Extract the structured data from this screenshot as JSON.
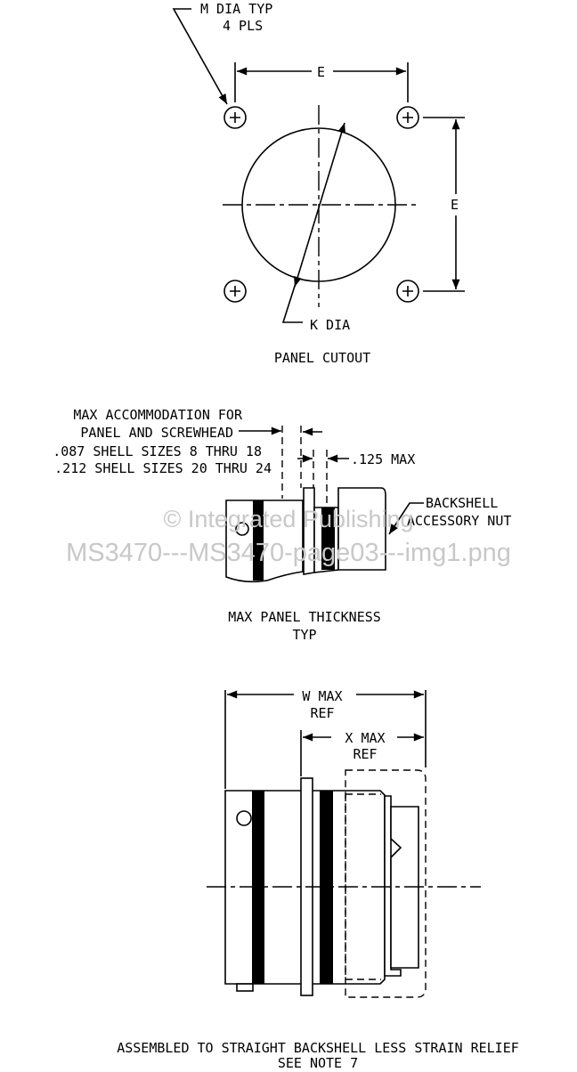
{
  "panel_cutout": {
    "m_dia_line1": "M DIA TYP",
    "m_dia_line2": "4 PLS",
    "dim_e_top": "E",
    "dim_e_right": "E",
    "k_dia": "K DIA",
    "caption": "PANEL CUTOUT"
  },
  "panel_thickness": {
    "note_line1": "MAX ACCOMMODATION FOR",
    "note_line2": "PANEL AND SCREWHEAD",
    "note_line3": ".087 SHELL SIZES 8 THRU 18",
    "note_line4": ".212 SHELL SIZES 20 THRU 24",
    "dim_125": ".125 MAX",
    "backshell_line1": "BACKSHELL",
    "backshell_line2": "ACCESSORY NUT",
    "caption_line1": "MAX PANEL THICKNESS",
    "caption_line2": "TYP"
  },
  "watermark": {
    "line1": "© Integrated Publishing",
    "line2": "MS3470---MS3470-page03---img1.png"
  },
  "assembled": {
    "w_max": "W MAX",
    "w_ref": "REF",
    "x_max": "X MAX",
    "x_ref": "REF",
    "caption_line1": "ASSEMBLED TO STRAIGHT BACKSHELL LESS STRAIN RELIEF",
    "caption_line2": "SEE NOTE 7"
  }
}
